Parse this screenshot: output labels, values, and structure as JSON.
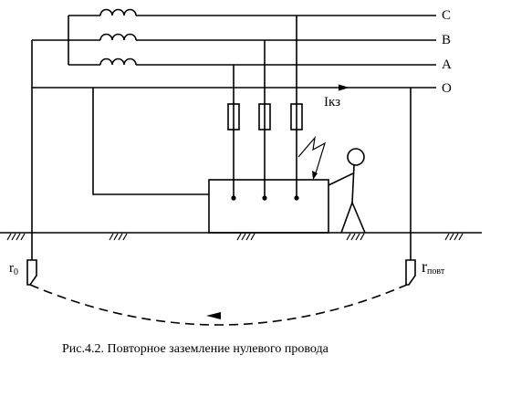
{
  "diagram": {
    "line_labels": {
      "c": "C",
      "b": "B",
      "a": "A",
      "o": "O"
    },
    "current_label": "Iкз",
    "r0": {
      "main": "r",
      "sub": "0"
    },
    "rpovt": {
      "main": "r",
      "sub": "повт"
    },
    "caption": "Рис.4.2. Повторное заземление нулевого провода"
  }
}
